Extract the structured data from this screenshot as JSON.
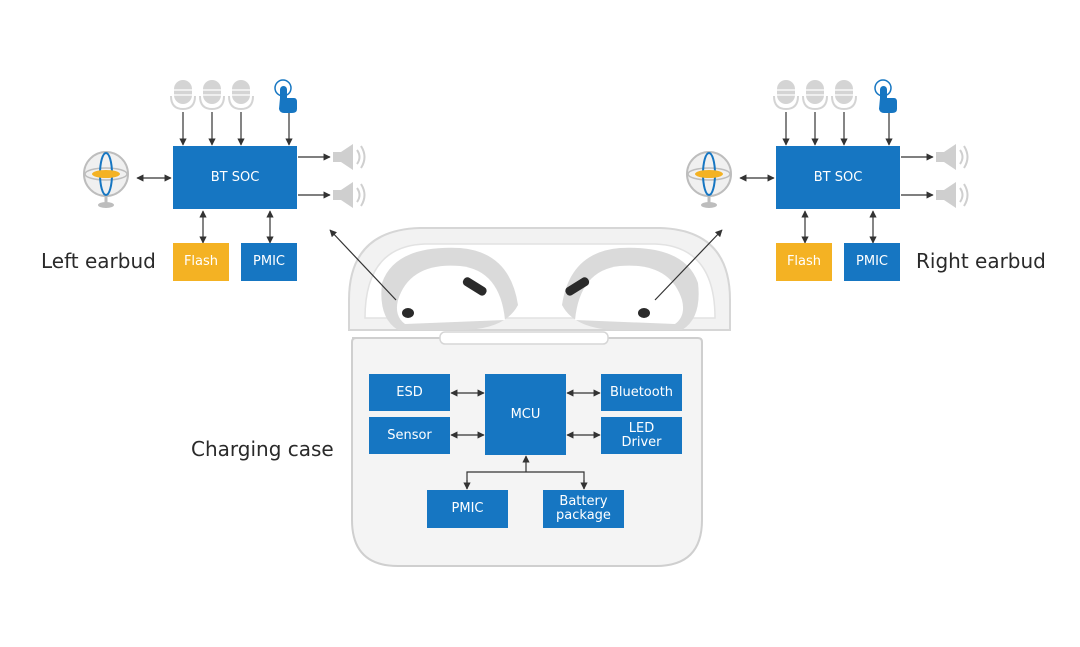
{
  "labels": {
    "left_earbud": "Left earbud",
    "right_earbud": "Right earbud",
    "charging_case": "Charging case"
  },
  "left": {
    "soc": "BT SOC",
    "flash": "Flash",
    "pmic": "PMIC"
  },
  "right": {
    "soc": "BT SOC",
    "flash": "Flash",
    "pmic": "PMIC"
  },
  "case": {
    "mcu": "MCU",
    "esd": "ESD",
    "sensor": "Sensor",
    "bluetooth": "Bluetooth",
    "led_driver": "LED\nDriver",
    "pmic": "PMIC",
    "battery": "Battery\npackage"
  },
  "colors": {
    "block_blue": "#1676c2",
    "flash_orange": "#f4b223",
    "icon_gray": "#c9c9c9",
    "touch_blue": "#1676c2"
  },
  "icons": {
    "microphone": "microphone-icon",
    "touch": "touch-finger-icon",
    "speaker": "speaker-icon",
    "gyroscope": "gyroscope-icon"
  }
}
